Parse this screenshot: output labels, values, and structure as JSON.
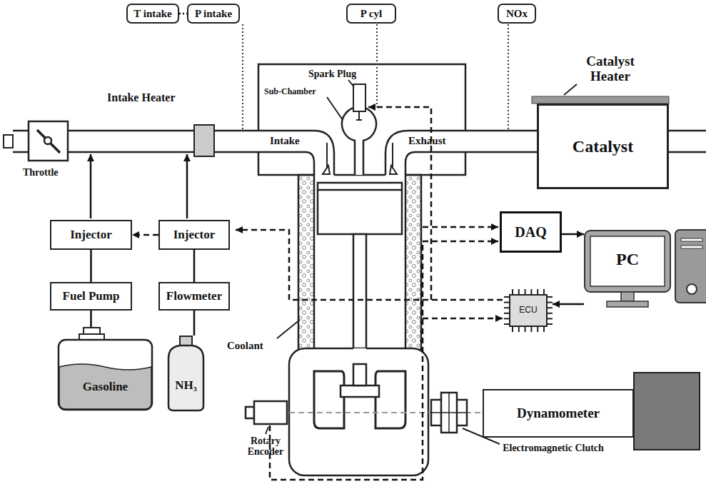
{
  "diagram": {
    "nodes": [
      {
        "text": [
          "T intake"
        ]
      },
      {
        "text": [
          "P intake"
        ]
      },
      {
        "text": [
          "P cyl"
        ]
      },
      {
        "text": [
          "NOx"
        ]
      },
      {
        "text": [
          "Catalyst"
        ]
      },
      {
        "text": [
          "Injector"
        ]
      },
      {
        "text": [
          "Injector"
        ]
      },
      {
        "text": [
          "DAQ"
        ]
      },
      {
        "text": [
          "PC"
        ]
      },
      {
        "text": [
          "Fuel Pump"
        ]
      },
      {
        "text": [
          "Flowmeter"
        ]
      },
      {
        "text": [
          "ECU"
        ]
      },
      {
        "text": [
          "Gasoline"
        ]
      },
      {
        "text": [
          "NH₃"
        ]
      },
      {
        "text": [
          "Dynamometer"
        ]
      }
    ],
    "edges": [
      {
        "from": 0,
        "to": 1,
        "arrow": "none"
      },
      {
        "from": 9,
        "to": 5,
        "arrow": "none"
      },
      {
        "from": 12,
        "to": 9,
        "arrow": "none"
      },
      {
        "from": 13,
        "to": 10,
        "arrow": "none"
      },
      {
        "from": 10,
        "to": 6,
        "arrow": "none"
      },
      {
        "from": 6,
        "to": 5,
        "arrow": "to"
      },
      {
        "from": 7,
        "to": 8,
        "arrow": "to"
      },
      {
        "from": 8,
        "to": 11,
        "arrow": "to"
      }
    ],
    "labels": [
      "Spark Plug",
      "Sub-Chamber",
      "Intake Heater",
      "Intake",
      "Exhaust",
      "Catalyst Heater",
      "Throttle",
      "Coolant",
      "Rotary Encoder",
      "Electromagnetic Clutch"
    ]
  }
}
